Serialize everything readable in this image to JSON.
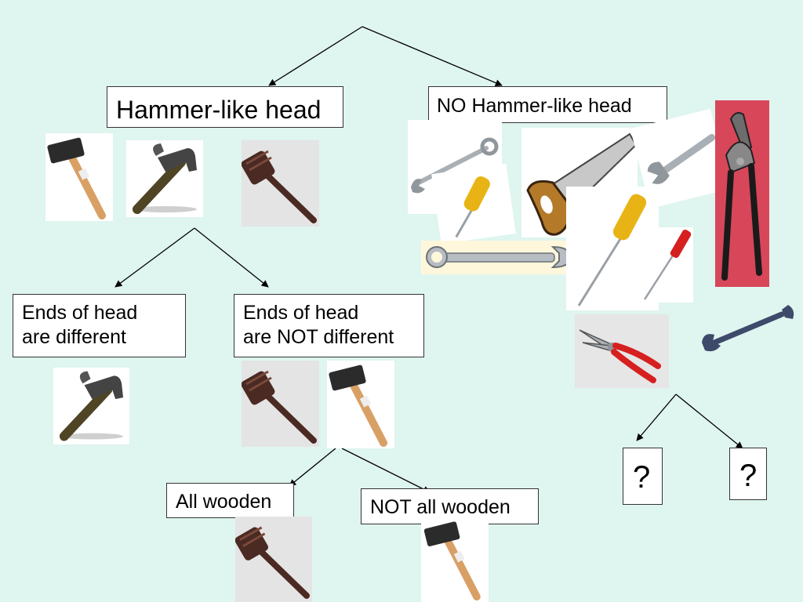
{
  "labels": {
    "hammer_head": "Hammer-like head",
    "no_hammer_head": "NO Hammer-like head",
    "ends_different": [
      "Ends of head",
      "are different"
    ],
    "ends_not_different": [
      "Ends of head",
      "are NOT different"
    ],
    "all_wooden": "All wooden",
    "not_all_wooden": "NOT all wooden",
    "unknown_left": "?",
    "unknown_right": "?"
  },
  "colors": {
    "background": "#dff5ef",
    "wood": "#d9a066",
    "dark_wood": "#4a2a22",
    "rubber": "#2b2b2b",
    "steel": "#a9b0b5",
    "red_handle": "#d62020",
    "yellow_handle": "#e8b415",
    "pliers_photo_bg": "#d8465a"
  },
  "icons": [
    "rubber-mallet-icon",
    "claw-hammer-icon",
    "wooden-gavel-icon",
    "wrench-icon",
    "screwdriver-icon",
    "saw-icon",
    "adjustable-wrench-icon",
    "channel-lock-pliers-icon",
    "combination-wrench-icon",
    "pliers-icon"
  ]
}
